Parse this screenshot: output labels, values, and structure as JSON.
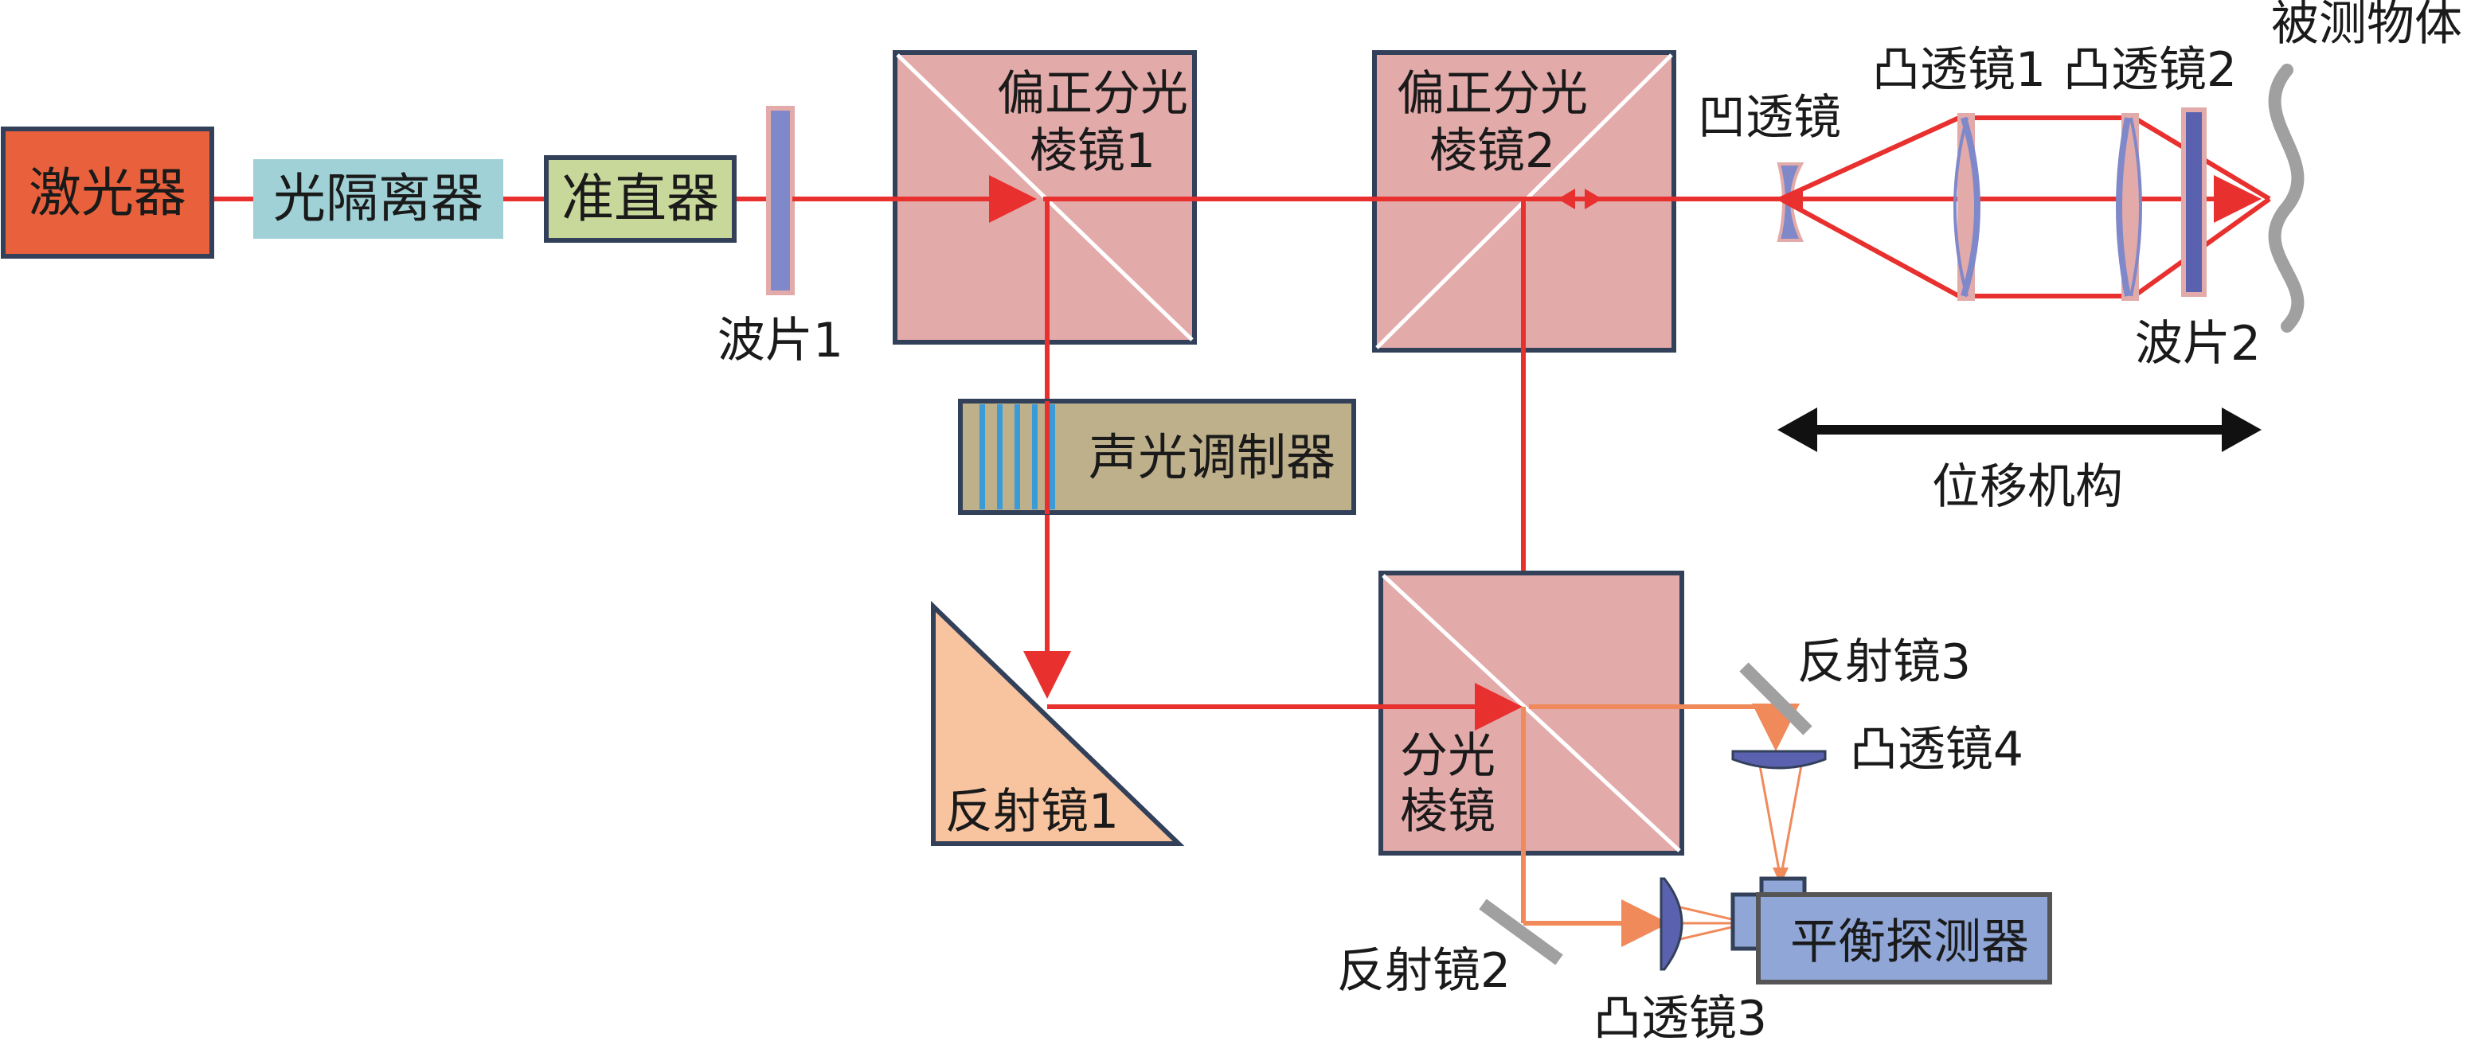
{
  "diagram": {
    "components": {
      "laser": "激光器",
      "isolator": "光隔离器",
      "collimator": "准直器",
      "waveplate1": "波片1",
      "pbs1_line1": "偏正分光",
      "pbs1_line2": "棱镜1",
      "pbs2_line1": "偏正分光",
      "pbs2_line2": "棱镜2",
      "concave_lens": "凹透镜",
      "convex_lens1": "凸透镜1",
      "convex_lens2": "凸透镜2",
      "object": "被测物体",
      "waveplate2": "波片2",
      "displacement": "位移机构",
      "aom": "声光调制器",
      "mirror1": "反射镜1",
      "bs_line1": "分光",
      "bs_line2": "棱镜",
      "mirror3": "反射镜3",
      "convex_lens4": "凸透镜4",
      "mirror2": "反射镜2",
      "convex_lens3": "凸透镜3",
      "detector": "平衡探测器"
    },
    "colors": {
      "beam": "#e8302e",
      "beam_secondary": "#f08a5a",
      "laser_fill": "#e8613c",
      "isolator_fill": "#9fd1d6",
      "collimator_fill": "#c8d89a",
      "prism_fill": "#e3aaaa",
      "aom_fill": "#bdb08a",
      "aom_stripes": "#3b9bd6",
      "mirror1_fill": "#f8c4a0",
      "detector_fill": "#8fa6d6",
      "waveplate_fill": "#7f88c8",
      "box_border": "#33405a",
      "mirror_grey": "#a0a0a0"
    }
  }
}
